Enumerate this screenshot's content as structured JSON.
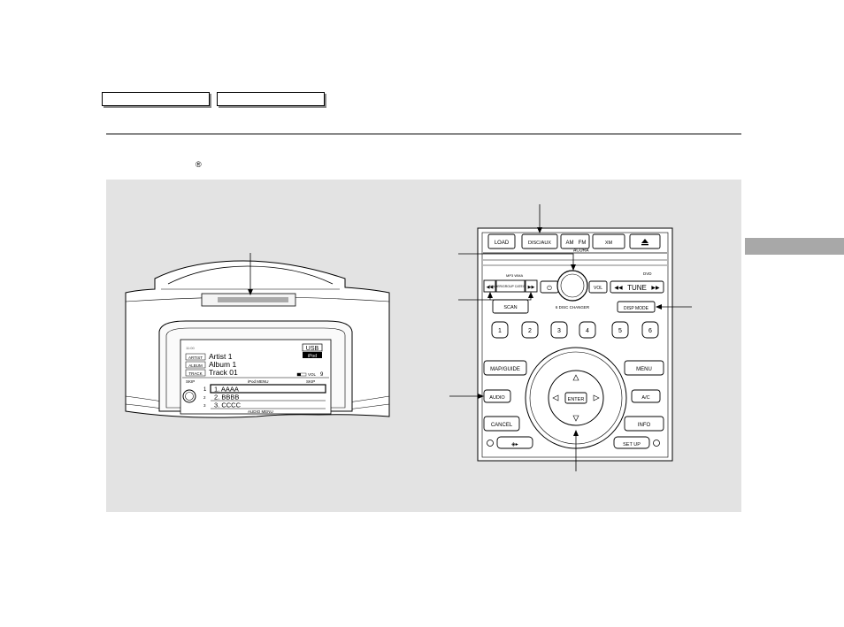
{
  "header_tabs": [
    {
      "label": ""
    },
    {
      "label": ""
    }
  ],
  "registered_mark": "®",
  "display": {
    "source_badge": "USB",
    "source_sub": "iPod",
    "rows": [
      {
        "tag": "ARTIST",
        "value": "Artist 1"
      },
      {
        "tag": "ALBUM",
        "value": "Album 1"
      },
      {
        "tag": "TRACK",
        "value": "Track 01"
      }
    ],
    "skip_left": "SKIP",
    "skip_right": "SKIP",
    "ipod_menu": "iPod MENU",
    "vol_label": "VOL",
    "vol_value": "9",
    "list_items": [
      "1. AAAA",
      "2. BBBB",
      "3. CCCC"
    ],
    "list_index": [
      "1",
      "2",
      "3"
    ],
    "audio_menu": "AUDIO MENU"
  },
  "panel": {
    "top_buttons": [
      "LOAD",
      "DISC/AUX",
      "AM",
      "FM",
      "XM"
    ],
    "brand": "ACURA",
    "mp3_wma": "MP3 WMA",
    "folder": "FOLDER/GROUP CATEGORY",
    "vol": "VOL",
    "tune": "TUNE",
    "dvd": "DVD",
    "scan": "SCAN",
    "changer": "6 DISC CHANGER",
    "disp_mode": "DISP MODE",
    "presets": [
      "1",
      "2",
      "3",
      "4",
      "5",
      "6"
    ],
    "map_guide": "MAP/GUIDE",
    "menu": "MENU",
    "audio": "AUDIO",
    "ac": "A/C",
    "enter": "ENTER",
    "cancel": "CANCEL",
    "info": "INFO",
    "setup": "SET UP"
  }
}
